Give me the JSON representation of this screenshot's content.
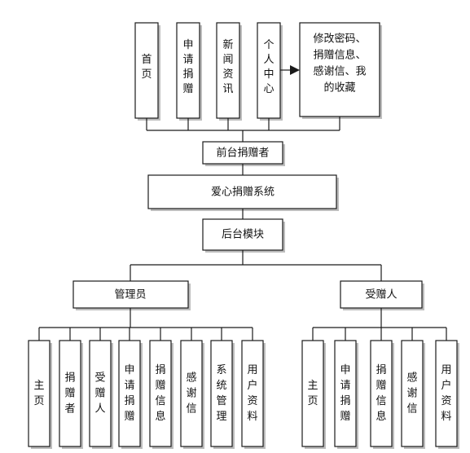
{
  "diagram": {
    "front_items": [
      "首页",
      "申请捐赠",
      "新闻资讯",
      "个人中心"
    ],
    "personal_center_note": [
      "修改密码、",
      "捐赠信息、",
      "感谢信、我",
      "的收藏"
    ],
    "front_donor": "前台捐赠者",
    "system": "爱心捐赠系统",
    "backend": "后台模块",
    "admin": "管理员",
    "recipient": "受赠人",
    "admin_items": [
      "主页",
      "捐赠者",
      "受赠人",
      "申请捐赠",
      "捐赠信息",
      "感谢信",
      "系统管理",
      "用户资料"
    ],
    "recipient_items": [
      "主页",
      "申请捐赠",
      "捐赠信息",
      "感谢信",
      "用户资料"
    ]
  }
}
